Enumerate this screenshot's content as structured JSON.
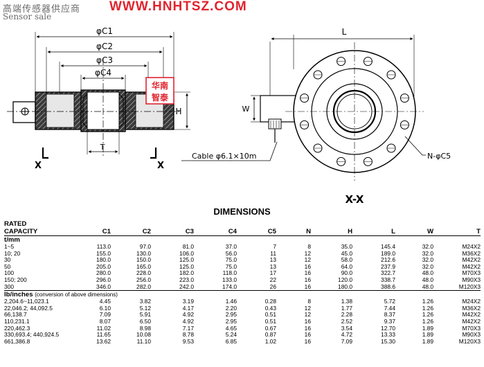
{
  "header": {
    "company_cn": "高端传感器供应商",
    "company_en": "Sensor sale",
    "url": "WWW.HNHTSZ.COM",
    "stamp_chars": [
      "华南",
      "智泰"
    ]
  },
  "drawing": {
    "labels": {
      "c1": "φC1",
      "c2": "φC2",
      "c3": "φC3",
      "c4": "φC4",
      "h": "H",
      "t": "T",
      "x_left": "X",
      "x_right": "X",
      "l": "L",
      "w": "W",
      "cable": "Cable φ6.1×10m",
      "n_c5": "N-φC5",
      "xx": "X-X"
    }
  },
  "table": {
    "title": "DIMENSIONS",
    "rated_label_1": "RATED",
    "rated_label_2": "CAPACITY",
    "columns": [
      "C1",
      "C2",
      "C3",
      "C4",
      "C5",
      "N",
      "H",
      "L",
      "W",
      "T"
    ],
    "section_tm": "t/mm",
    "rows_tm": [
      [
        "1~5",
        "113.0",
        "97.0",
        "81.0",
        "37.0",
        "7",
        "8",
        "35.0",
        "145.4",
        "32.0",
        "M24X2"
      ],
      [
        "10; 20",
        "155.0",
        "130.0",
        "106.0",
        "56.0",
        "11",
        "12",
        "45.0",
        "189.0",
        "32.0",
        "M36X2"
      ],
      [
        "30",
        "180.0",
        "150.0",
        "125.0",
        "75.0",
        "13",
        "12",
        "58.0",
        "212.6",
        "32.0",
        "M42X2"
      ],
      [
        "50",
        "205.0",
        "165.0",
        "125.0",
        "75.0",
        "13",
        "16",
        "64.0",
        "237.9",
        "32.0",
        "M42X2"
      ],
      [
        "100",
        "280.0",
        "228.0",
        "182.0",
        "118.0",
        "17",
        "16",
        "90.0",
        "322.7",
        "48.0",
        "M70X3"
      ],
      [
        "150; 200",
        "296.0",
        "256.0",
        "223.0",
        "133.0",
        "22",
        "16",
        "120.0",
        "338.7",
        "48.0",
        "M90X3"
      ],
      [
        "300",
        "346.0",
        "282.0",
        "242.0",
        "174.0",
        "26",
        "16",
        "180.0",
        "388.6",
        "48.0",
        "M120X3"
      ]
    ],
    "section_lb": "lb/inches",
    "section_lb_note": "(conversion of above dimensions)",
    "rows_lb": [
      [
        "2,204.6~11,023.1",
        "4.45",
        "3.82",
        "3.19",
        "1.46",
        "0.28",
        "8",
        "1.38",
        "5.72",
        "1.26",
        "M24X2"
      ],
      [
        "22,046.2; 44,092.5",
        "6.10",
        "5.12",
        "4.17",
        "2.20",
        "0.43",
        "12",
        "1.77",
        "7.44",
        "1.26",
        "M36X2"
      ],
      [
        "66,138.7",
        "7.09",
        "5.91",
        "4.92",
        "2.95",
        "0.51",
        "12",
        "2.28",
        "8.37",
        "1.26",
        "M42X2"
      ],
      [
        "110,231.1",
        "8.07",
        "6.50",
        "4.92",
        "2.95",
        "0.51",
        "16",
        "2.52",
        "9.37",
        "1.26",
        "M42X2"
      ],
      [
        "220,462.3",
        "11.02",
        "8.98",
        "7.17",
        "4.65",
        "0.67",
        "16",
        "3.54",
        "12.70",
        "1.89",
        "M70X3"
      ],
      [
        "330,693.4; 440,924.5",
        "11.65",
        "10.08",
        "8.78",
        "5.24",
        "0.87",
        "16",
        "4.72",
        "13.33",
        "1.89",
        "M90X3"
      ],
      [
        "661,386.8",
        "13.62",
        "11.10",
        "9.53",
        "6.85",
        "1.02",
        "16",
        "7.09",
        "15.30",
        "1.89",
        "M120X3"
      ]
    ]
  }
}
